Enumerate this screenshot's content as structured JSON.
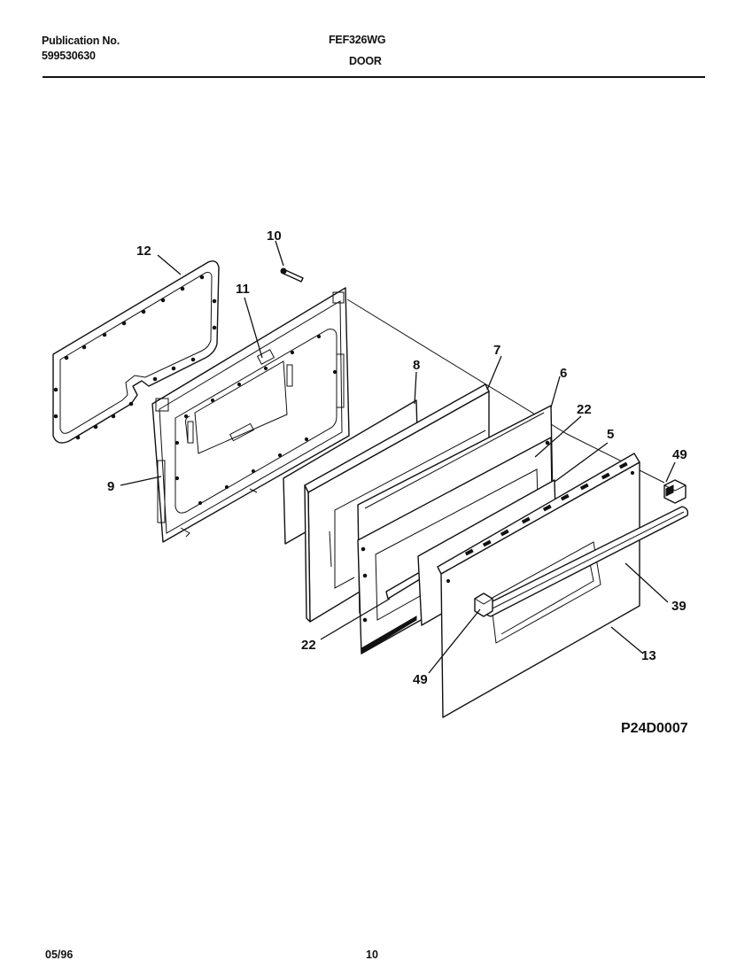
{
  "header": {
    "publication_label": "Publication No.",
    "publication_number": "599530630",
    "model": "FEF326WG",
    "section_title": "DOOR"
  },
  "diagram": {
    "drawing_code": "P24D0007",
    "callouts": [
      "12",
      "10",
      "11",
      "9",
      "8",
      "7",
      "6",
      "22",
      "5",
      "49",
      "39",
      "13",
      "49",
      "22"
    ]
  },
  "footer": {
    "date": "05/96",
    "page": "10"
  }
}
